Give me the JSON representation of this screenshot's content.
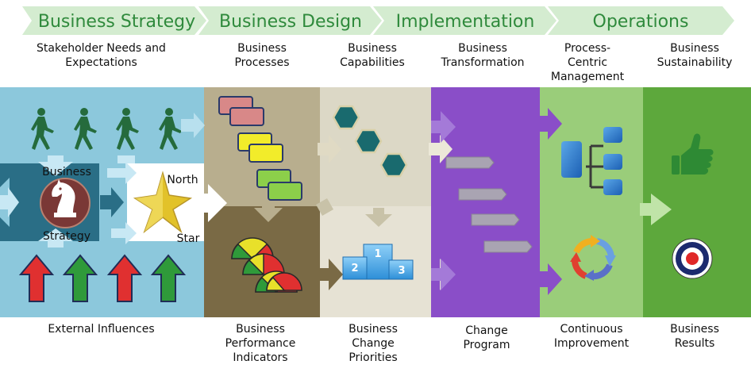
{
  "phases": [
    "Business Strategy",
    "Business Design",
    "Implementation",
    "Operations"
  ],
  "top_labels": {
    "stakeholder": "Stakeholder Needs and Expectations",
    "processes": "Business Processes",
    "capabilities": "Business Capabilities",
    "transformation": "Business Transformation",
    "process_centric": "Process-Centric Management",
    "sustainability": "Business Sustainability"
  },
  "bottom_labels": {
    "external": "External Influences",
    "performance": "Business Performance Indicators",
    "change_priorities": "Business Change Priorities",
    "change_program": "Change Program",
    "continuous": "Continuous Improvement",
    "results": "Business Results"
  },
  "strategy_box": {
    "top": "Business",
    "bottom": "Strategy"
  },
  "north_star": {
    "top": "North",
    "bottom": "Star"
  },
  "podium": [
    "1",
    "2",
    "3"
  ],
  "colors": {
    "chevron": "#d4ecd0",
    "chevron_text": "#2f8a3c",
    "strategy_bg": "#8cc8dc",
    "strategy_dark": "#2a6e86",
    "design_tan": "#b8ae8e",
    "design_olive": "#7a6a45",
    "design_light": "#dcd8c6",
    "design_pale": "#e6e2d4",
    "impl_purple": "#8a4ec8",
    "ops_light": "#9acd7a",
    "ops_dark": "#5da83c"
  },
  "icons": [
    "walking-person-icon",
    "knight-chess-icon",
    "star-icon",
    "arrow-up-icon",
    "hexagon-icon",
    "podium-icon",
    "gauge-icon",
    "hierarchy-icon",
    "cycle-icon",
    "thumbs-up-icon",
    "target-icon"
  ]
}
